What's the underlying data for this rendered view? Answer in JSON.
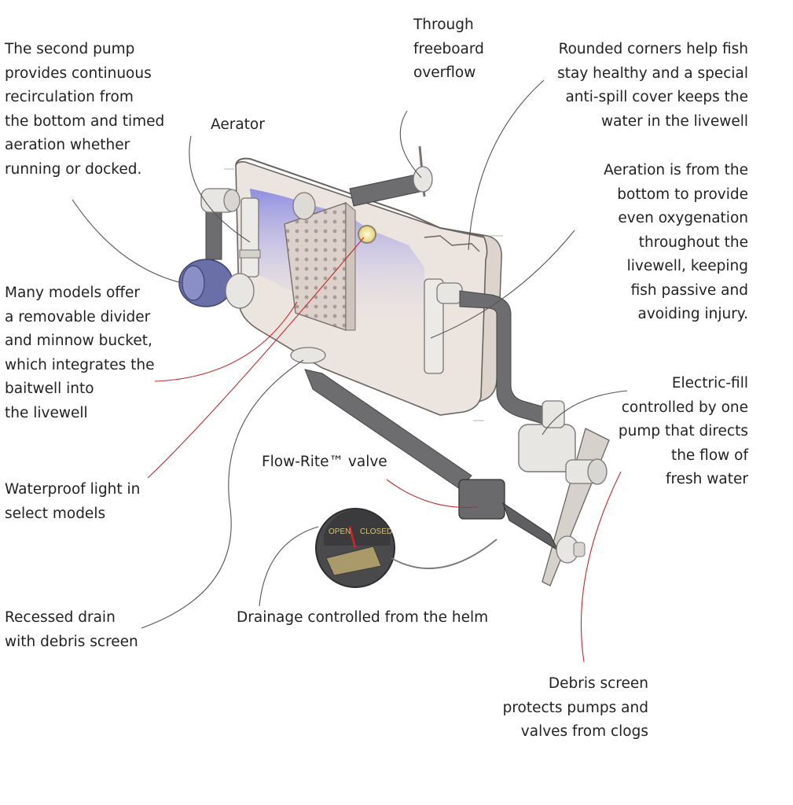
{
  "colors": {
    "leader": "#555555",
    "highlight_leader": "#c0282d",
    "tank_fill": "#ece4df",
    "tank_stroke": "#6a6460",
    "hose": "#6d6d70",
    "water": "#8f8fe0",
    "pump": "#6a6fa8",
    "light": "#f2e79a"
  },
  "labels": {
    "second_pump": [
      "The second pump",
      "provides continuous",
      "recirculation from",
      "the bottom and timed",
      "aeration whether",
      "running or docked."
    ],
    "aerator": [
      "Aerator"
    ],
    "overflow": [
      "Through",
      "freeboard",
      "overflow"
    ],
    "corners": [
      "Rounded corners help fish",
      "stay healthy and a special",
      "anti-spill cover keeps the",
      "water in the livewell"
    ],
    "aeration_bottom": [
      "Aeration is from the",
      "bottom to provide",
      "even oxygenation",
      "throughout the",
      "livewell, keeping",
      "fish passive and",
      "avoiding injury."
    ],
    "divider": [
      "Many models offer",
      "a removable divider",
      "and minnow bucket,",
      "which integrates the",
      "baitwell into",
      "the livewell"
    ],
    "electric_fill": [
      "Electric-fill",
      "controlled by one",
      "pump that directs",
      "the flow of",
      "fresh water"
    ],
    "flow_rite": [
      "Flow-Rite™ valve"
    ],
    "light": [
      "Waterproof light in",
      "select models"
    ],
    "drain": [
      "Recessed drain",
      "with debris screen"
    ],
    "helm": [
      "Drainage controlled from the helm"
    ],
    "debris": [
      "Debris screen",
      "protects pumps and",
      "valves from clogs"
    ]
  },
  "gauge": {
    "open": "OPEN",
    "closed": "CLOSED"
  }
}
